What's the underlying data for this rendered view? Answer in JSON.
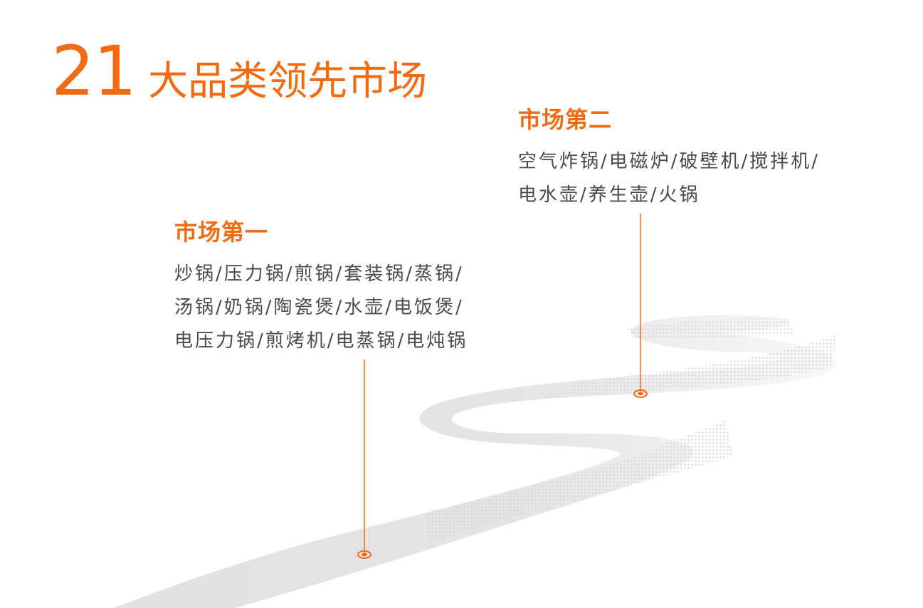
{
  "title": {
    "number": "21",
    "text": "大品类领先市场"
  },
  "market_first": {
    "heading": "市场第一",
    "lines": [
      "炒锅/压力锅/煎锅/套装锅/蒸锅/",
      "汤锅/奶锅/陶瓷煲/水壶/电饭煲/",
      "电压力锅/煎烤机/电蒸锅/电炖锅"
    ]
  },
  "market_second": {
    "heading": "市场第二",
    "lines": [
      "空气炸锅/电磁炉/破壁机/搅拌机/",
      "电水壶/养生壶/火锅"
    ]
  },
  "colors": {
    "accent": "#f26b12",
    "text": "#4a4a4a",
    "road": "#e3e3e3"
  }
}
